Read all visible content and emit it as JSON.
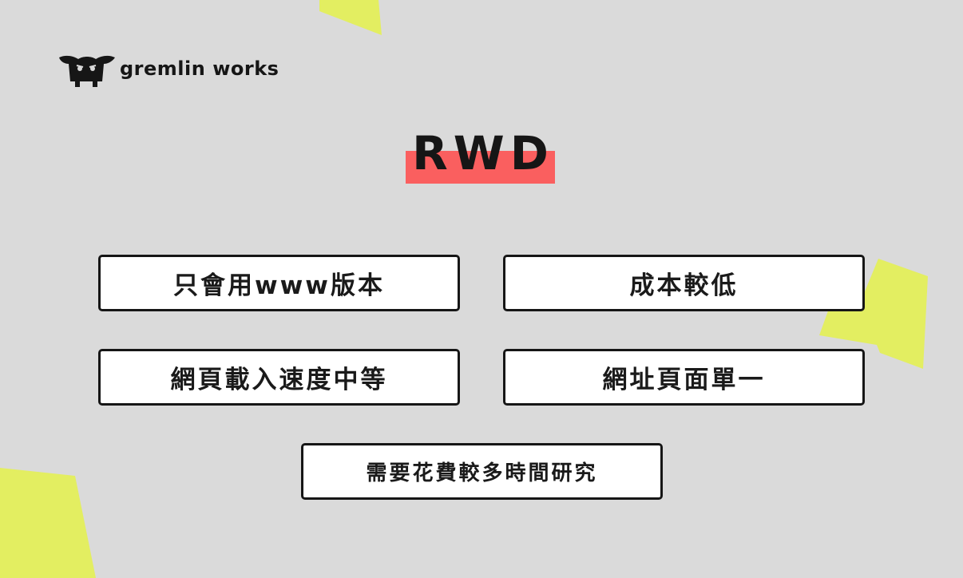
{
  "brand": {
    "name": "gremlin works",
    "logo_icon": "gremlin-mascot-icon"
  },
  "title": "RWD",
  "cards": [
    {
      "label": "只會用www版本"
    },
    {
      "label": "成本較低"
    },
    {
      "label": "網頁載入速度中等"
    },
    {
      "label": "網址頁面單一"
    },
    {
      "label": "需要花費較多時間研究"
    }
  ],
  "colors": {
    "background": "#dadada",
    "accent_red": "#fa5f5f",
    "accent_lime": "#e3ee61",
    "ink": "#161616"
  }
}
